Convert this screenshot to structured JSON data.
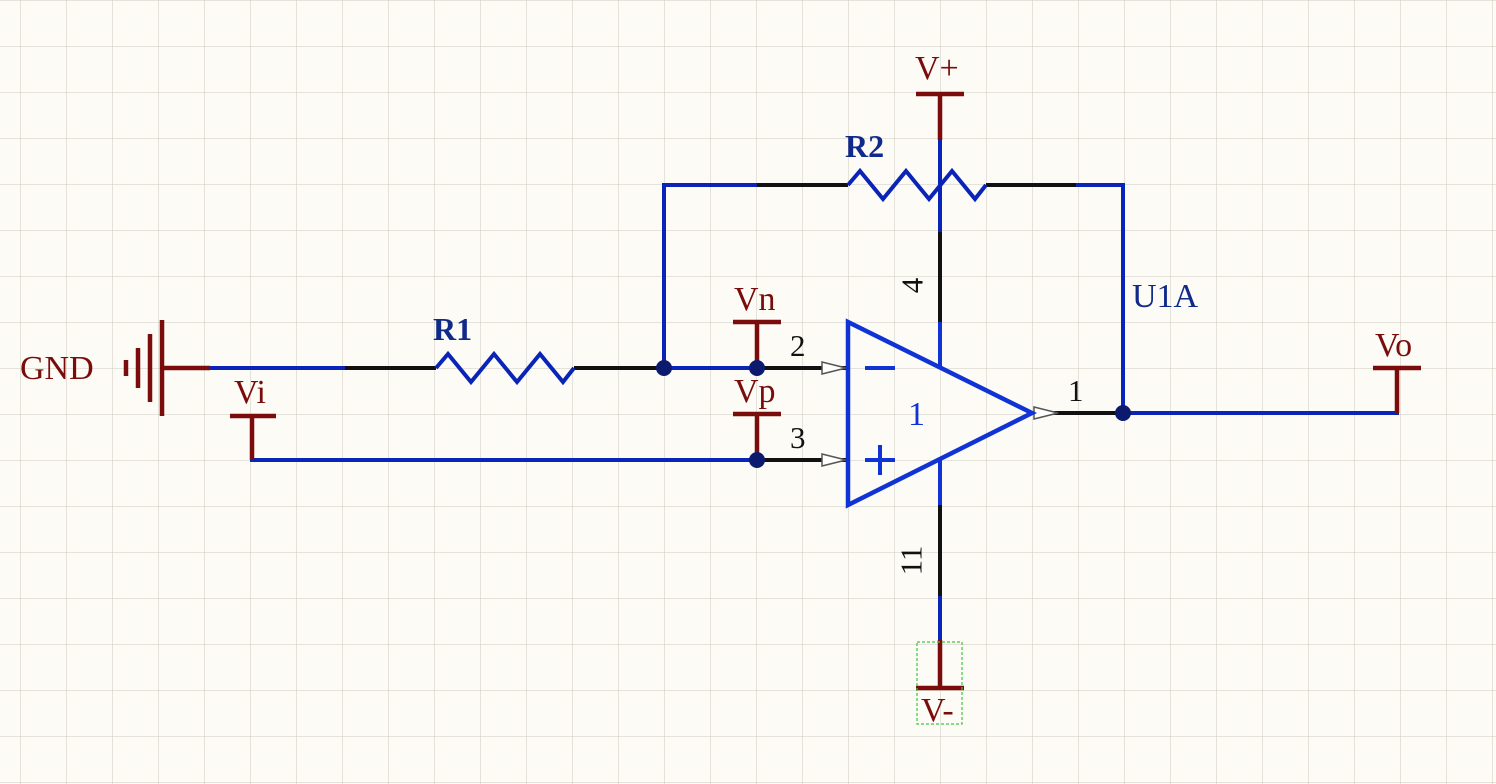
{
  "schematic": {
    "power_ports": {
      "gnd": "GND",
      "vpos": "V+",
      "vneg": "V-"
    },
    "net_labels": {
      "vi": "Vi",
      "vn": "Vn",
      "vp": "Vp",
      "vo": "Vo"
    },
    "components": {
      "r1": "R1",
      "r2": "R2",
      "opamp_designator": "U1A",
      "opamp_part_number": "1"
    },
    "pins": {
      "inv_input": "2",
      "noninv_input": "3",
      "output": "1",
      "vpos_supply": "4",
      "vneg_supply": "11"
    },
    "opamp_symbols": {
      "minus": "−",
      "plus": "+"
    },
    "colors": {
      "wire": "#0a24b8",
      "pin_line": "#111111",
      "power_port": "#7a0c0c",
      "junction": "#0c1a6e",
      "opamp_body": "#1033d6",
      "background": "#fcfbf5",
      "selection": "#3cc83c"
    }
  }
}
